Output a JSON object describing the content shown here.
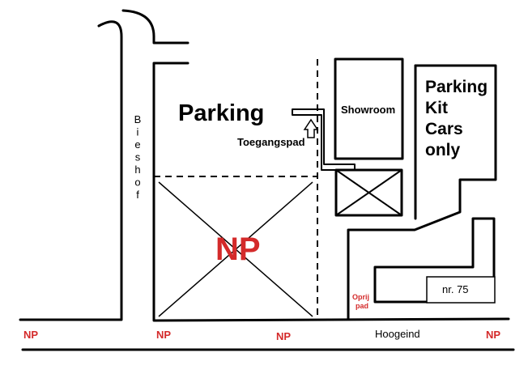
{
  "labels": {
    "parking": "Parking",
    "showroom": "Showroom",
    "toegangspad": "Toegangspad",
    "parking_kit": [
      "Parking",
      "Kit",
      "Cars",
      "only"
    ],
    "np_big": "NP",
    "bieshof": "Bieshof",
    "oprij_pad": [
      "Oprij",
      "pad"
    ],
    "nr75": "nr. 75",
    "hoogeind": "Hoogeind",
    "np_marks": [
      "NP",
      "NP",
      "NP",
      "NP"
    ]
  },
  "colors": {
    "line": "#000000",
    "np_red": "#d42a2a",
    "background": "#ffffff"
  }
}
